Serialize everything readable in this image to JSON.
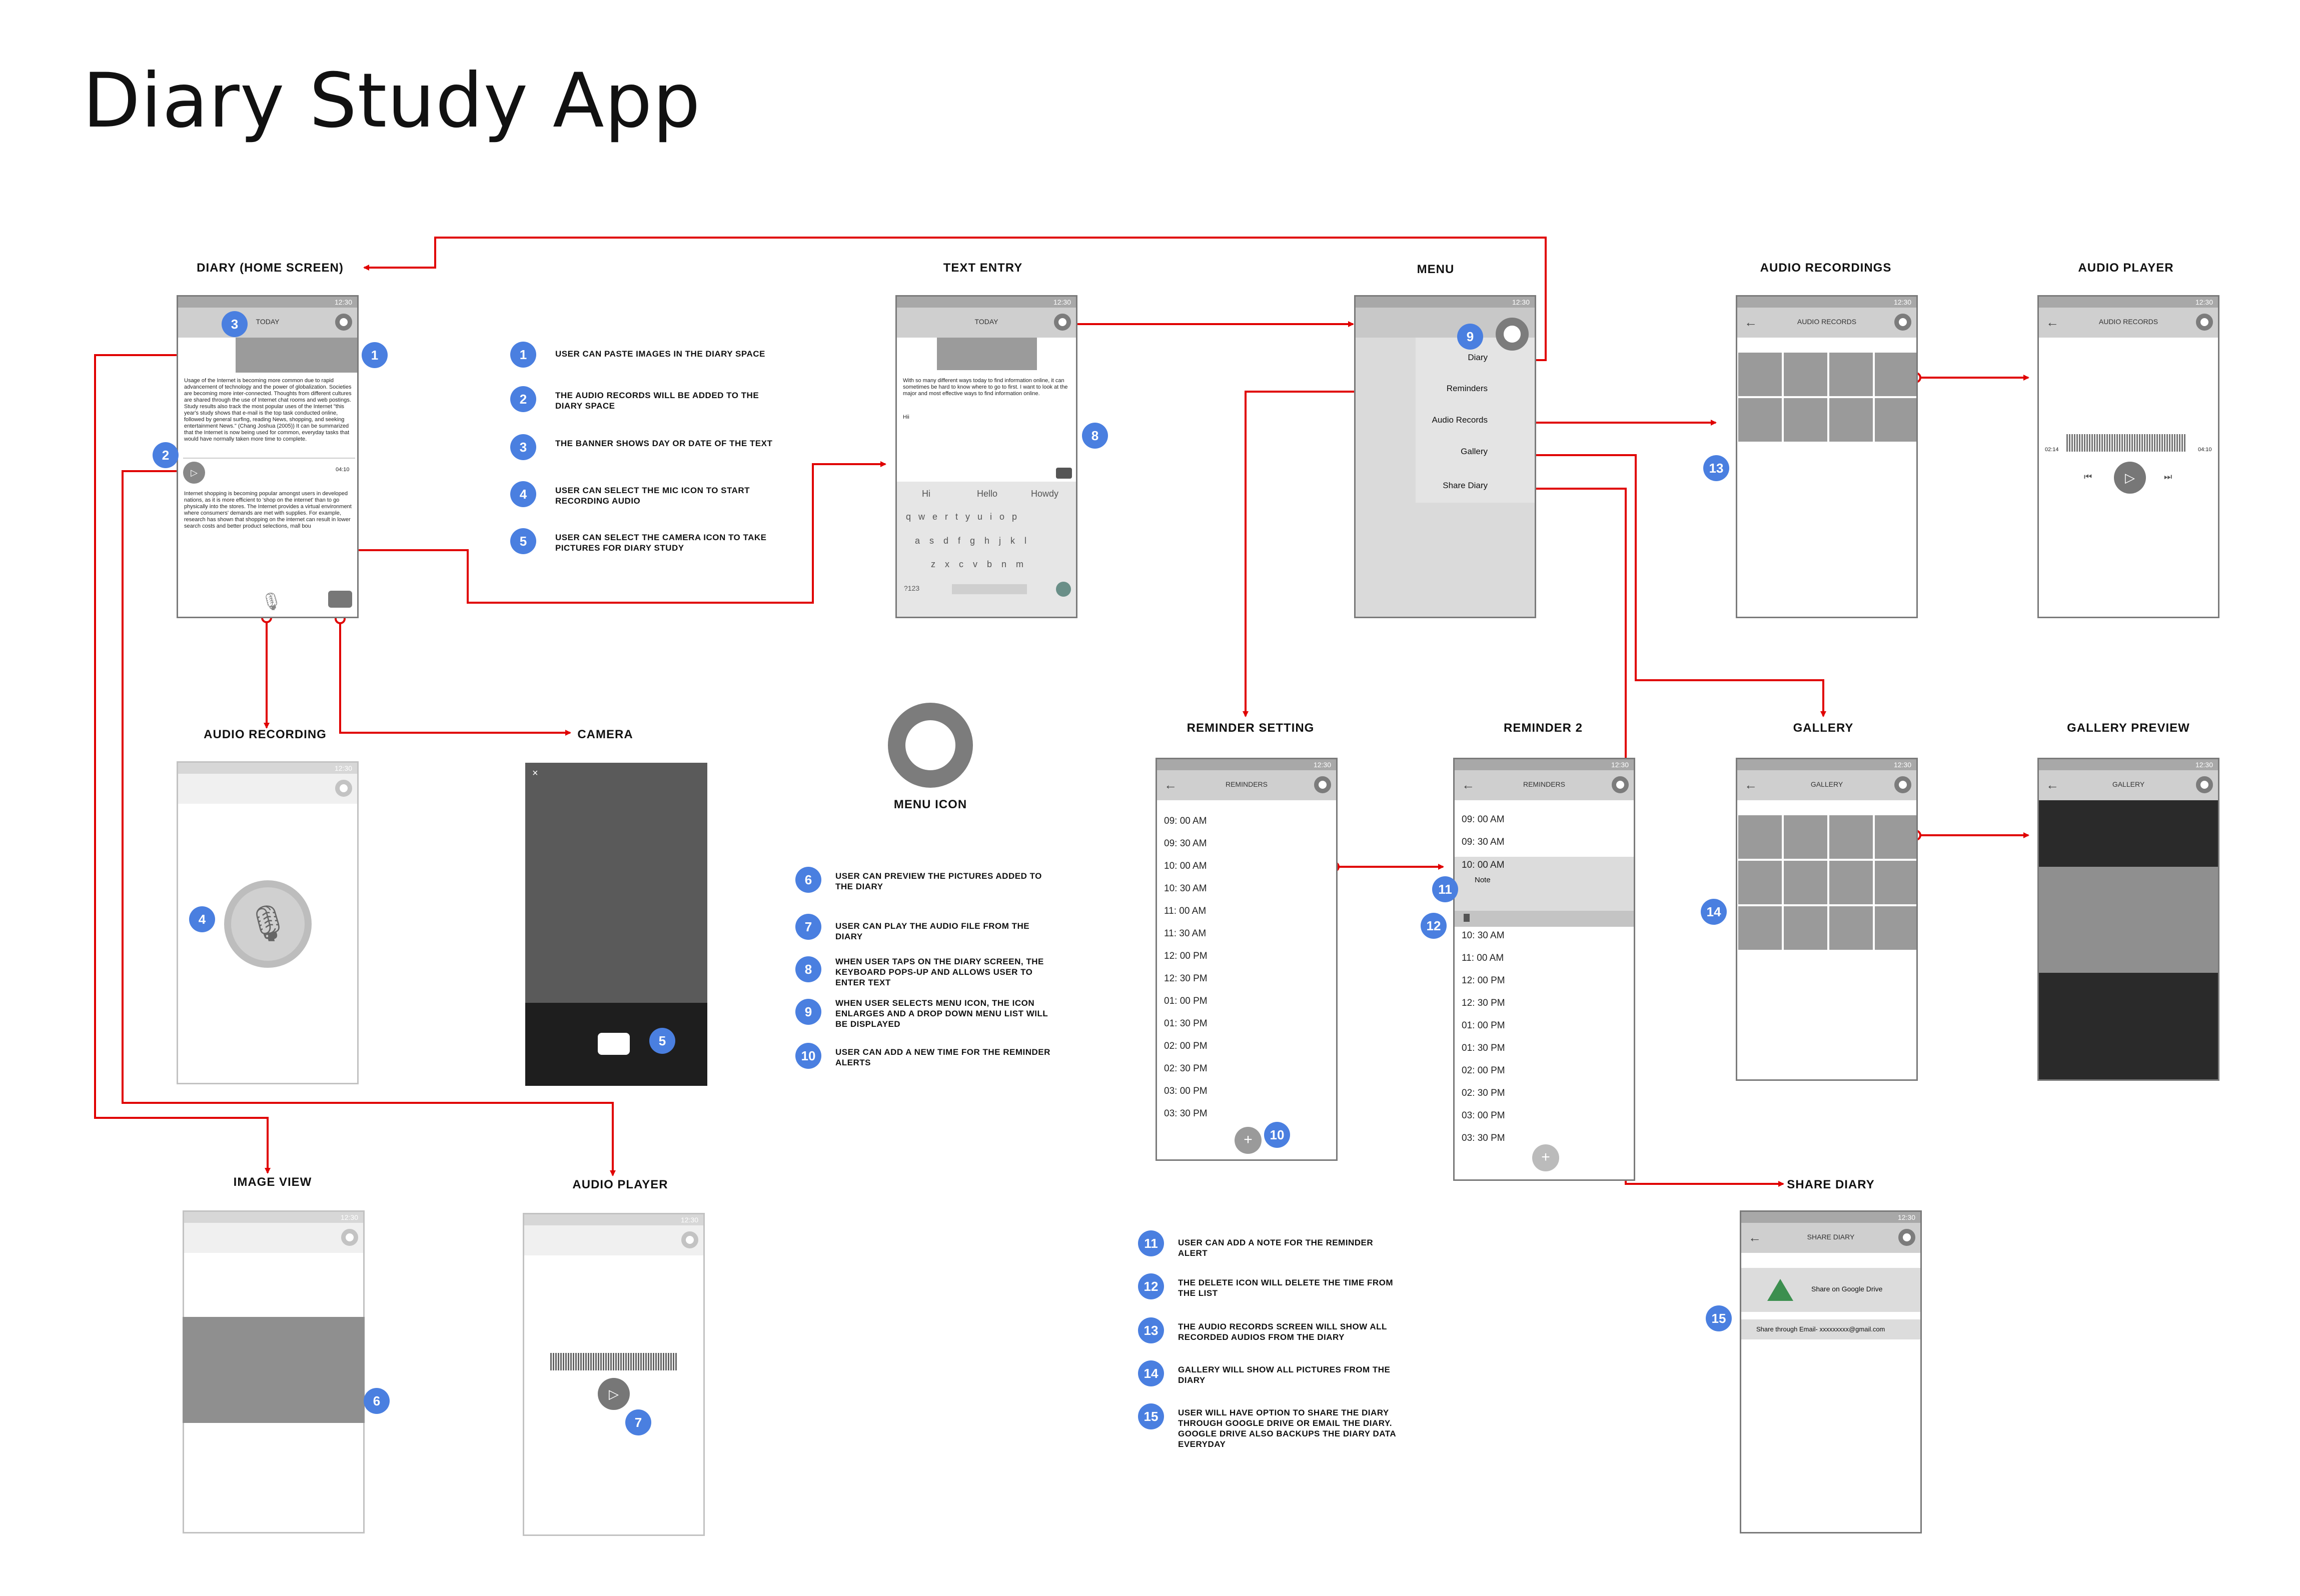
{
  "title": "Diary Study App",
  "screens": {
    "home": "DIARY (HOME SCREEN)",
    "text_entry": "TEXT ENTRY",
    "menu": "MENU",
    "audio_recordings": "AUDIO RECORDINGS",
    "audio_player_top": "AUDIO PLAYER",
    "audio_recording": "AUDIO RECORDING",
    "camera": "CAMERA",
    "reminder_setting": "REMINDER SETTING",
    "reminder2": "REMINDER 2",
    "gallery": "GALLERY",
    "gallery_preview": "GALLERY PREVIEW",
    "image_view": "IMAGE VIEW",
    "audio_player_bottom": "AUDIO PLAYER",
    "share_diary": "SHARE DIARY",
    "menu_icon": "MENU ICON"
  },
  "status_time": "12:30",
  "appbar": {
    "today": "TODAY",
    "audio_records": "AUDIO RECORDS",
    "reminders": "REMINDERS",
    "gallery": "GALLERY",
    "share_diary": "SHARE DIARY"
  },
  "home_text_1": "Usage of the Internet is becoming more common due to rapid advancement of technology and the power of globalization. Societies are becoming more inter-connected. Thoughts from different cultures are shared through the use of Internet chat rooms and web postings. Study results also track the most popular uses of the Internet \"this year's study shows that e-mail is the top task conducted online, followed by general surfing, reading News, shopping, and seeking entertainment News.\" (Chang Joshua (2005)) It can be summarized that the Internet is now being used for common, everyday tasks that would have normally taken more time to complete.",
  "home_text_2": "Internet shopping is becoming popular amongst users in developed nations, as it is more efficient to 'shop on the internet' than to go physically into the stores. The Internet provides a virtual environment where consumers' demands are met with supplies. For example, research has shown that shopping on the internet can result in lower search costs and better product selections, mall bou",
  "audio_time": "04:10",
  "text_entry_body": "With so many different ways today to find information online, it can sometimes be hard to know where to go to first. I want to look at the major and most effective ways to find information online.",
  "text_entry_hi": "Hii",
  "keyboard": {
    "suggestions": [
      "Hi",
      "Hello",
      "Howdy"
    ],
    "row1": "q w e r t y u i o p",
    "row2": "a s d f g h j k l",
    "row3": "z x c v b n m",
    "num": "?123"
  },
  "menu_items": [
    "Diary",
    "Reminders",
    "Audio Records",
    "Gallery",
    "Share Diary"
  ],
  "player_times": {
    "start": "02:14",
    "end": "04:10"
  },
  "reminder_times": [
    "09: 00 AM",
    "09: 30 AM",
    "10: 00 AM",
    "10: 30 AM",
    "11: 00 AM",
    "11: 30 AM",
    "12: 00 PM",
    "12: 30 PM",
    "01: 00 PM",
    "01: 30 PM",
    "02: 00 PM",
    "02: 30 PM",
    "03: 00 PM",
    "03: 30 PM"
  ],
  "reminder2_top": [
    "09: 00 AM",
    "09: 30 AM",
    "10: 00 AM"
  ],
  "reminder2_note": "Note",
  "reminder2_rest": [
    "10: 30 AM",
    "11: 00 AM",
    "12: 00 PM",
    "12: 30 PM",
    "01: 00 PM",
    "01: 30 PM",
    "02: 00 PM",
    "02: 30 PM",
    "03: 00 PM",
    "03: 30 PM"
  ],
  "share": {
    "drive": "Share on Google Drive",
    "email": "Share through Email- xxxxxxxxx@gmail.com"
  },
  "legend": [
    {
      "n": "1",
      "text": "USER CAN PASTE IMAGES IN THE DIARY SPACE"
    },
    {
      "n": "2",
      "text": "THE AUDIO RECORDS WILL BE ADDED TO THE DIARY SPACE"
    },
    {
      "n": "3",
      "text": "THE BANNER SHOWS DAY OR DATE OF THE TEXT"
    },
    {
      "n": "4",
      "text": "USER CAN SELECT THE MIC ICON TO START RECORDING AUDIO"
    },
    {
      "n": "5",
      "text": "USER CAN SELECT THE CAMERA ICON TO TAKE PICTURES FOR DIARY STUDY"
    },
    {
      "n": "6",
      "text": "USER CAN PREVIEW THE PICTURES ADDED TO THE DIARY"
    },
    {
      "n": "7",
      "text": "USER CAN PLAY THE AUDIO FILE FROM THE DIARY"
    },
    {
      "n": "8",
      "text": "WHEN USER TAPS ON THE DIARY SCREEN, THE KEYBOARD POPS-UP AND ALLOWS USER TO ENTER TEXT"
    },
    {
      "n": "9",
      "text": "WHEN USER SELECTS MENU ICON, THE ICON ENLARGES AND A DROP DOWN MENU LIST WILL BE DISPLAYED"
    },
    {
      "n": "10",
      "text": "USER CAN ADD A NEW TIME FOR THE REMINDER ALERTS"
    },
    {
      "n": "11",
      "text": "USER CAN ADD A NOTE FOR THE REMINDER ALERT"
    },
    {
      "n": "12",
      "text": "THE DELETE ICON WILL DELETE THE TIME FROM THE LIST"
    },
    {
      "n": "13",
      "text": "THE AUDIO RECORDS SCREEN WILL SHOW ALL RECORDED AUDIOS FROM THE DIARY"
    },
    {
      "n": "14",
      "text": "GALLERY WILL SHOW ALL PICTURES FROM THE DIARY"
    },
    {
      "n": "15",
      "text": "USER WILL HAVE OPTION TO SHARE THE DIARY THROUGH GOOGLE DRIVE OR EMAIL THE DIARY. GOOGLE DRIVE ALSO BACKUPS THE DIARY DATA EVERYDAY"
    }
  ],
  "colors": {
    "arrow": "#e00000",
    "badge": "#4a7fe0",
    "bar": "#cfcfcf"
  }
}
